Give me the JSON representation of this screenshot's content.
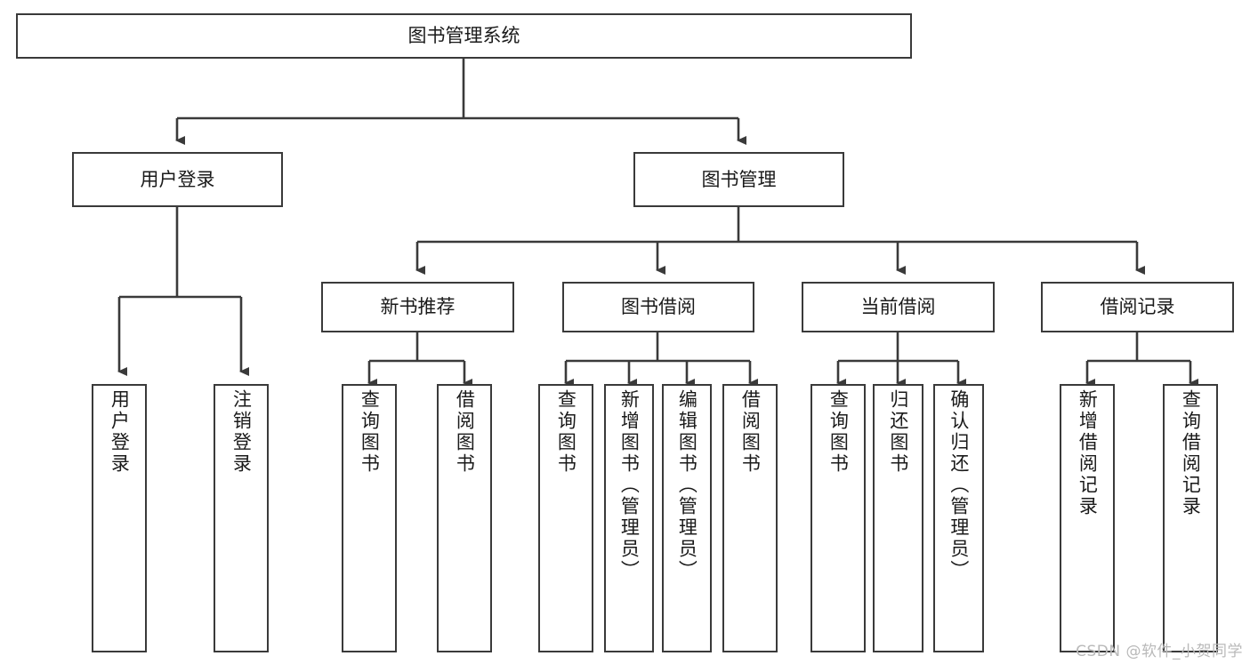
{
  "diagram": {
    "title": "图书管理系统",
    "type": "tree",
    "root": {
      "label": "图书管理系统"
    },
    "level2": [
      {
        "id": "user-login",
        "label": "用户登录"
      },
      {
        "id": "book-manage",
        "label": "图书管理"
      }
    ],
    "level3": [
      {
        "id": "new-book-recommend",
        "label": "新书推荐",
        "parent": "book-manage"
      },
      {
        "id": "book-borrow",
        "label": "图书借阅",
        "parent": "book-manage"
      },
      {
        "id": "current-borrow",
        "label": "当前借阅",
        "parent": "book-manage"
      },
      {
        "id": "borrow-record",
        "label": "借阅记录",
        "parent": "book-manage"
      }
    ],
    "leaves": [
      {
        "id": "leaf-user-login",
        "label": "用户登录",
        "parent": "user-login"
      },
      {
        "id": "leaf-logout-login",
        "label": "注销登录",
        "parent": "user-login"
      },
      {
        "id": "leaf-query-book-1",
        "label": "查询图书",
        "parent": "new-book-recommend"
      },
      {
        "id": "leaf-borrow-book-1",
        "label": "借阅图书",
        "parent": "new-book-recommend"
      },
      {
        "id": "leaf-query-book-2",
        "label": "查询图书",
        "parent": "book-borrow"
      },
      {
        "id": "leaf-add-book",
        "label": "新增图书（管理员）",
        "parent": "book-borrow"
      },
      {
        "id": "leaf-edit-book",
        "label": "编辑图书（管理员）",
        "parent": "book-borrow"
      },
      {
        "id": "leaf-borrow-book-2",
        "label": "借阅图书",
        "parent": "book-borrow"
      },
      {
        "id": "leaf-query-book-3",
        "label": "查询图书",
        "parent": "current-borrow"
      },
      {
        "id": "leaf-return-book",
        "label": "归还图书",
        "parent": "current-borrow"
      },
      {
        "id": "leaf-confirm-return",
        "label": "确认归还（管理员）",
        "parent": "current-borrow"
      },
      {
        "id": "leaf-add-record",
        "label": "新增借阅记录",
        "parent": "borrow-record"
      },
      {
        "id": "leaf-query-record",
        "label": "查询借阅记录",
        "parent": "borrow-record"
      }
    ]
  },
  "watermark": {
    "text": "CSDN @软件_小贺同学"
  },
  "colors": {
    "stroke": "#3a3a3a",
    "fill": "#ffffff",
    "text": "#1a1a1a",
    "watermark": "#b9b9b9"
  }
}
